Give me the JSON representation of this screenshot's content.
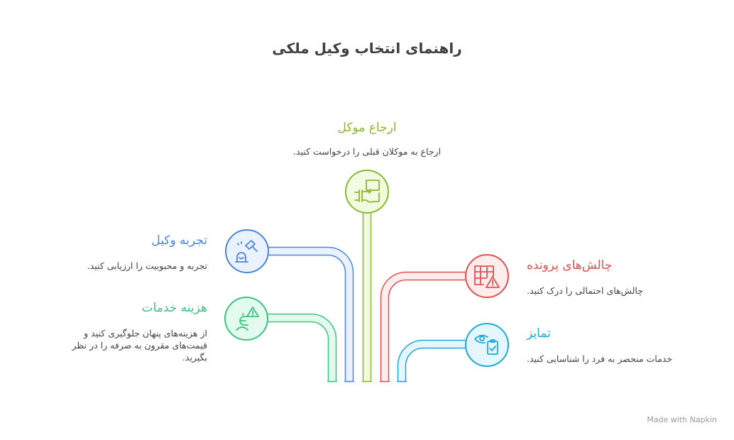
{
  "title": "راهنمای انتخاب وکیل ملکی",
  "colors": {
    "lime": "#8db833",
    "blue": "#4a86e0",
    "red": "#e05252",
    "green": "#3cc47c",
    "cyan": "#1ea8dc"
  },
  "items": [
    {
      "key": "referral",
      "heading": "ارجاع موکل",
      "desc": "ارجاع به موکلان قبلی را درخواست کنید.",
      "icon": "handshake-chat-icon"
    },
    {
      "key": "experience",
      "heading": "تجربه وکیل",
      "desc": "تجربه و محبوبیت را ارزیابی کنید.",
      "icon": "gavel-icon"
    },
    {
      "key": "cost",
      "heading": "هزینه خدمات",
      "desc_lines": [
        "از هزینه‌های پنهان جلوگیری کنید و",
        "قیمت‌های مقرون به صرفه را در نظر",
        "بگیرید."
      ],
      "icon": "euro-warning-icon"
    },
    {
      "key": "challenges",
      "heading": "چالش‌های پرونده",
      "desc": "چالش‌های احتمالی را درک کنید.",
      "icon": "grid-warning-icon"
    },
    {
      "key": "distinction",
      "heading": "تمایز",
      "desc": "خدمات منحصر به فرد را شناسایی کنید.",
      "icon": "eye-clipboard-icon"
    }
  ],
  "watermark": "Made with Napkin"
}
